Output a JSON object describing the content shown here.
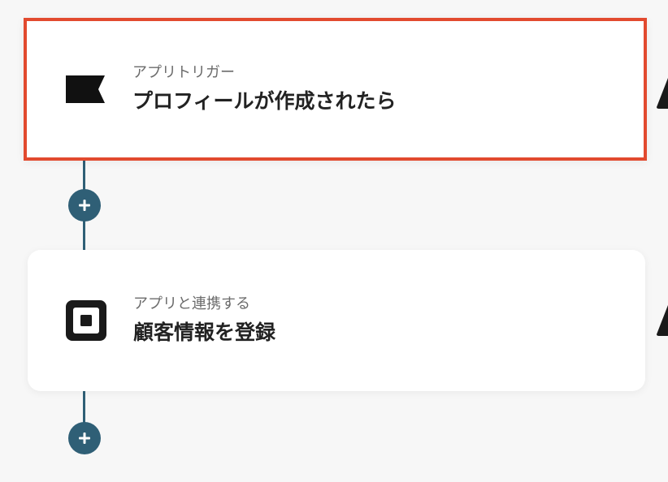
{
  "flow": {
    "steps": [
      {
        "subtitle": "アプリトリガー",
        "title": "プロフィールが作成されたら",
        "icon": "flag-icon",
        "selected": true
      },
      {
        "subtitle": "アプリと連携する",
        "title": "顧客情報を登録",
        "icon": "square-logo-icon",
        "selected": false
      }
    ],
    "add_step_icon": "plus-icon"
  },
  "colors": {
    "connector": "#2f5f76",
    "selection_border": "#e24a2f",
    "background": "#f7f7f7",
    "card": "#ffffff"
  }
}
